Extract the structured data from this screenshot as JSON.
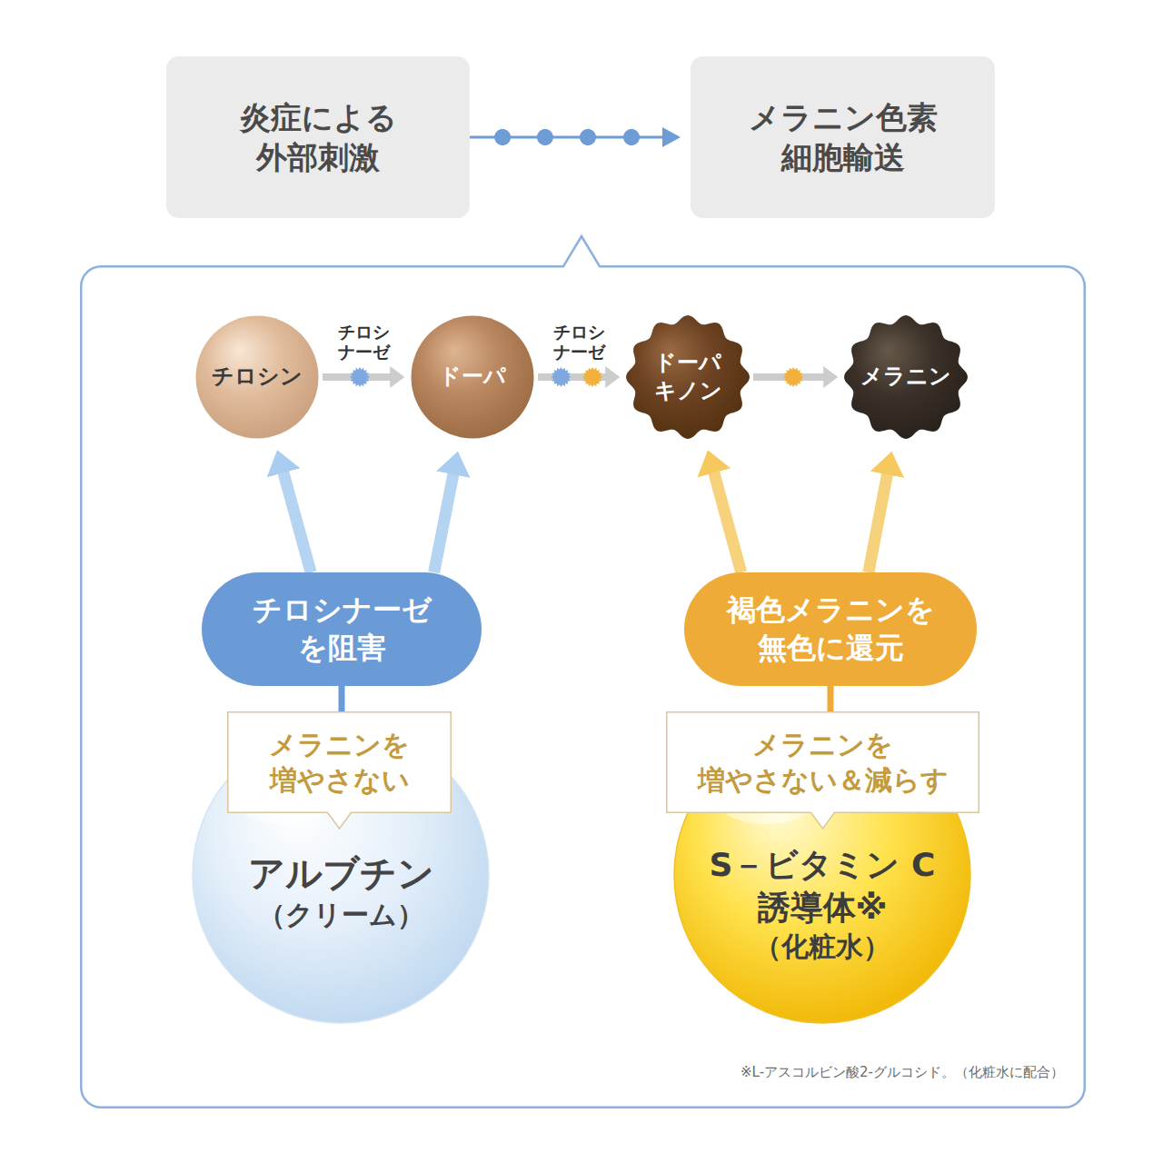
{
  "diagram": {
    "nodes": [
      {
        "text": [
          "炎症による 外部刺激"
        ]
      },
      {
        "text": [
          "メラニン色素 細胞輸送"
        ]
      },
      {
        "text": [
          "※L-アスコルビン酸2-グルコシド。（化粧水に配合）"
        ]
      },
      {
        "text": [
          "チロシン"
        ],
        "in": 2
      },
      {
        "text": [
          "ドーパ"
        ],
        "in": 2
      },
      {
        "text": [
          "ドーパ キノン"
        ],
        "in": 2
      },
      {
        "text": [
          "メラニン"
        ],
        "in": 2
      },
      {
        "text": [
          "チロシナーゼ を阻害"
        ],
        "in": 2
      },
      {
        "text": [
          "褐色メラニンを 無色に還元"
        ],
        "in": 2
      },
      {
        "text": [
          "メラニンを 増やさない"
        ],
        "in": 2
      },
      {
        "text": [
          "アルブチン",
          "（クリーム）"
        ],
        "in": 2
      },
      {
        "text": [
          "メラニンを 増やさない＆減らす"
        ],
        "in": 2
      },
      {
        "text": [
          "S－ビタミン C 誘導体※",
          "（化粧水）"
        ],
        "in": 2
      }
    ],
    "edges": [
      {
        "from": 0,
        "to": 1,
        "arrow": "to"
      },
      {
        "from": 3,
        "to": 4,
        "label": "チロシ ナーゼ",
        "arrow": "to"
      },
      {
        "from": 4,
        "to": 5,
        "label": "チロシ ナーゼ",
        "arrow": "to"
      },
      {
        "from": 5,
        "to": 6,
        "arrow": "to"
      },
      {
        "from": 7,
        "to": 3,
        "arrow": "to"
      },
      {
        "from": 7,
        "to": 4,
        "arrow": "to"
      },
      {
        "from": 8,
        "to": 5,
        "arrow": "to"
      },
      {
        "from": 8,
        "to": 6,
        "arrow": "to"
      },
      {
        "from": 7,
        "to": 9,
        "arrow": "none"
      },
      {
        "from": 8,
        "to": 11,
        "arrow": "none"
      }
    ]
  }
}
